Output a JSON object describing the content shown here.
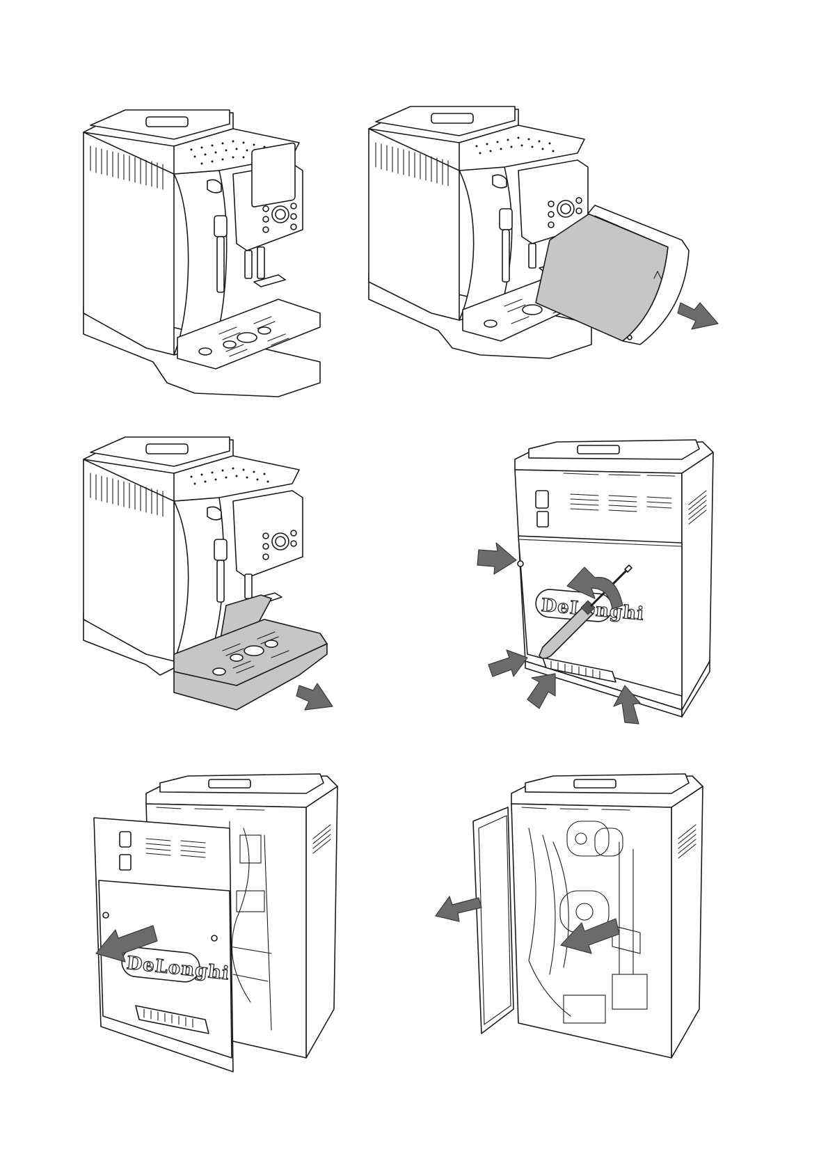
{
  "brand": {
    "logo_text": "DeLonghi"
  },
  "steps": [
    {
      "id": "step-1",
      "icons": []
    },
    {
      "id": "step-2",
      "icons": [
        "pull-out-arrow-icon"
      ]
    },
    {
      "id": "step-3",
      "icons": [
        "pull-out-arrow-icon"
      ]
    },
    {
      "id": "step-4",
      "icons": [
        "press-arrow-icon",
        "screwdriver-icon",
        "rotate-arrow-icon"
      ]
    },
    {
      "id": "step-5",
      "icons": [
        "pull-off-arrow-icon"
      ]
    },
    {
      "id": "step-6",
      "icons": [
        "pull-off-arrow-icon"
      ]
    }
  ],
  "colors": {
    "line": "#1a1a1a",
    "highlight": "#c6c6c6",
    "arrow": "#6b6b6b"
  }
}
